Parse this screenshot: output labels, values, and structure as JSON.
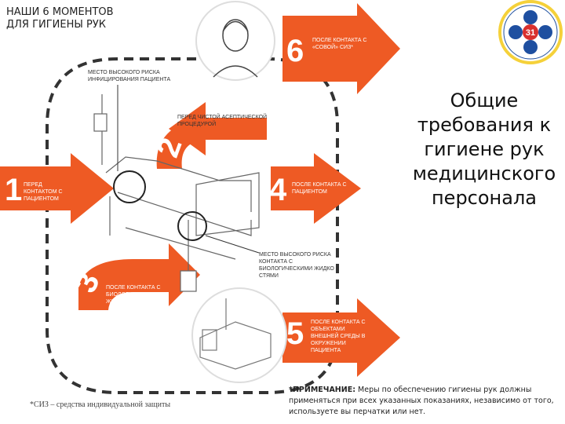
{
  "poster": {
    "title_line1": "НАШИ 6 МОМЕНТОВ",
    "title_line2": "ДЛЯ ГИГИЕНЫ РУК",
    "moments": [
      {
        "num": "1",
        "label": "ПЕРЕД КОНТАКТОМ С ПАЦИЕНТОМ"
      },
      {
        "num": "2",
        "label": "ПЕРЕД ЧИСТОЙ АСЕПТИЧЕСКОЙ ПРОЦЕДУРОЙ"
      },
      {
        "num": "3",
        "label": "ПОСЛЕ КОНТАКТА С БИОЛОГИЧЕСКИМИ ЖИДКОСТЯМИ"
      },
      {
        "num": "4",
        "label": "ПОСЛЕ КОНТАКТА С ПАЦИЕНТОМ"
      },
      {
        "num": "5",
        "label": "ПОСЛЕ КОНТАКТА С ОБЪЕКТАМИ ВНЕШНЕЙ СРЕДЫ В ОКРУЖЕНИИ ПАЦИЕНТА"
      },
      {
        "num": "6",
        "label": "ПОСЛЕ КОНТАКТА С «СОВОЙ» СИЗ*"
      }
    ],
    "risk_top": "МЕСТО ВЫСОКОГО РИСКА ИНФИЦИРОВАНИЯ ПАЦИЕНТА",
    "risk_bottom": "МЕСТО ВЫСОКОГО РИСКА КОНТАКТА С БИОЛОГИЧЕСКИМИ ЖИДКО СТЯМИ",
    "footnote": "*СИЗ – средства индивидуальной защиты"
  },
  "emblem": {
    "number": "31"
  },
  "heading": [
    "Общие",
    "требования к",
    "гигиене рук",
    "медицинского",
    "персонала"
  ],
  "note": {
    "label": "*ПРИМЕЧАНИЕ:",
    "text": "Меры по обеспечению гигиены рук должны применяться при всех указанных показаниях, независимо от того, используете вы перчатки или нет."
  },
  "colors": {
    "accent": "#ee5a24",
    "emblem_blue": "#1e4fa0",
    "emblem_red": "#d8302e",
    "emblem_yellow": "#f5d13a"
  }
}
